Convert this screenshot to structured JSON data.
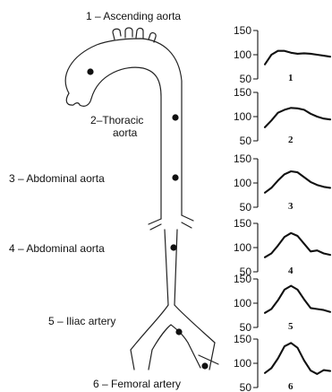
{
  "labels": [
    {
      "num": "1",
      "text": "Ascending aorta"
    },
    {
      "num": "2",
      "text": "Thoracic",
      "text2": "aorta"
    },
    {
      "num": "3",
      "text": "Abdominal aorta"
    },
    {
      "num": "4",
      "text": "Abdominal aorta"
    },
    {
      "num": "5",
      "text": "Iliac artery"
    },
    {
      "num": "6",
      "text": "Femoral artery"
    }
  ],
  "waveforms": [
    {
      "number": "1",
      "ticks": [
        "150",
        "100",
        "50"
      ]
    },
    {
      "number": "2",
      "ticks": [
        "150",
        "100",
        "50"
      ]
    },
    {
      "number": "3",
      "ticks": [
        "150",
        "100",
        "50"
      ]
    },
    {
      "number": "4",
      "ticks": [
        "150",
        "100",
        "50"
      ]
    },
    {
      "number": "5",
      "ticks": [
        "150",
        "100",
        "50"
      ]
    },
    {
      "number": "6",
      "ticks": [
        "150",
        "100",
        "50"
      ]
    }
  ],
  "chart_data": {
    "type": "line",
    "ylim": [
      50,
      150
    ],
    "series": [
      {
        "x": [
          0,
          0.1,
          0.2,
          0.3,
          0.4,
          0.5,
          0.6,
          0.7,
          0.8,
          0.9,
          1.0
        ],
        "values": [
          80,
          100,
          108,
          108,
          104,
          102,
          103,
          102,
          100,
          98,
          96
        ]
      },
      {
        "x": [
          0,
          0.1,
          0.2,
          0.3,
          0.4,
          0.5,
          0.6,
          0.7,
          0.8,
          0.9,
          1.0
        ],
        "values": [
          78,
          92,
          108,
          114,
          118,
          117,
          114,
          106,
          100,
          96,
          94
        ]
      },
      {
        "x": [
          0,
          0.1,
          0.2,
          0.3,
          0.4,
          0.5,
          0.6,
          0.7,
          0.8,
          0.9,
          1.0
        ],
        "values": [
          80,
          90,
          105,
          118,
          124,
          122,
          112,
          102,
          96,
          92,
          90
        ]
      },
      {
        "x": [
          0,
          0.1,
          0.2,
          0.3,
          0.4,
          0.5,
          0.6,
          0.7,
          0.8,
          0.9,
          1.0
        ],
        "values": [
          80,
          88,
          104,
          122,
          130,
          124,
          108,
          92,
          94,
          88,
          85
        ]
      },
      {
        "x": [
          0,
          0.1,
          0.2,
          0.3,
          0.4,
          0.5,
          0.6,
          0.7,
          0.8,
          0.9,
          1.0
        ],
        "values": [
          80,
          88,
          106,
          128,
          136,
          128,
          108,
          90,
          88,
          86,
          82
        ]
      },
      {
        "x": [
          0,
          0.1,
          0.2,
          0.3,
          0.4,
          0.5,
          0.6,
          0.7,
          0.8,
          0.9,
          1.0
        ],
        "values": [
          80,
          90,
          110,
          135,
          142,
          132,
          106,
          85,
          78,
          86,
          84
        ]
      }
    ]
  }
}
